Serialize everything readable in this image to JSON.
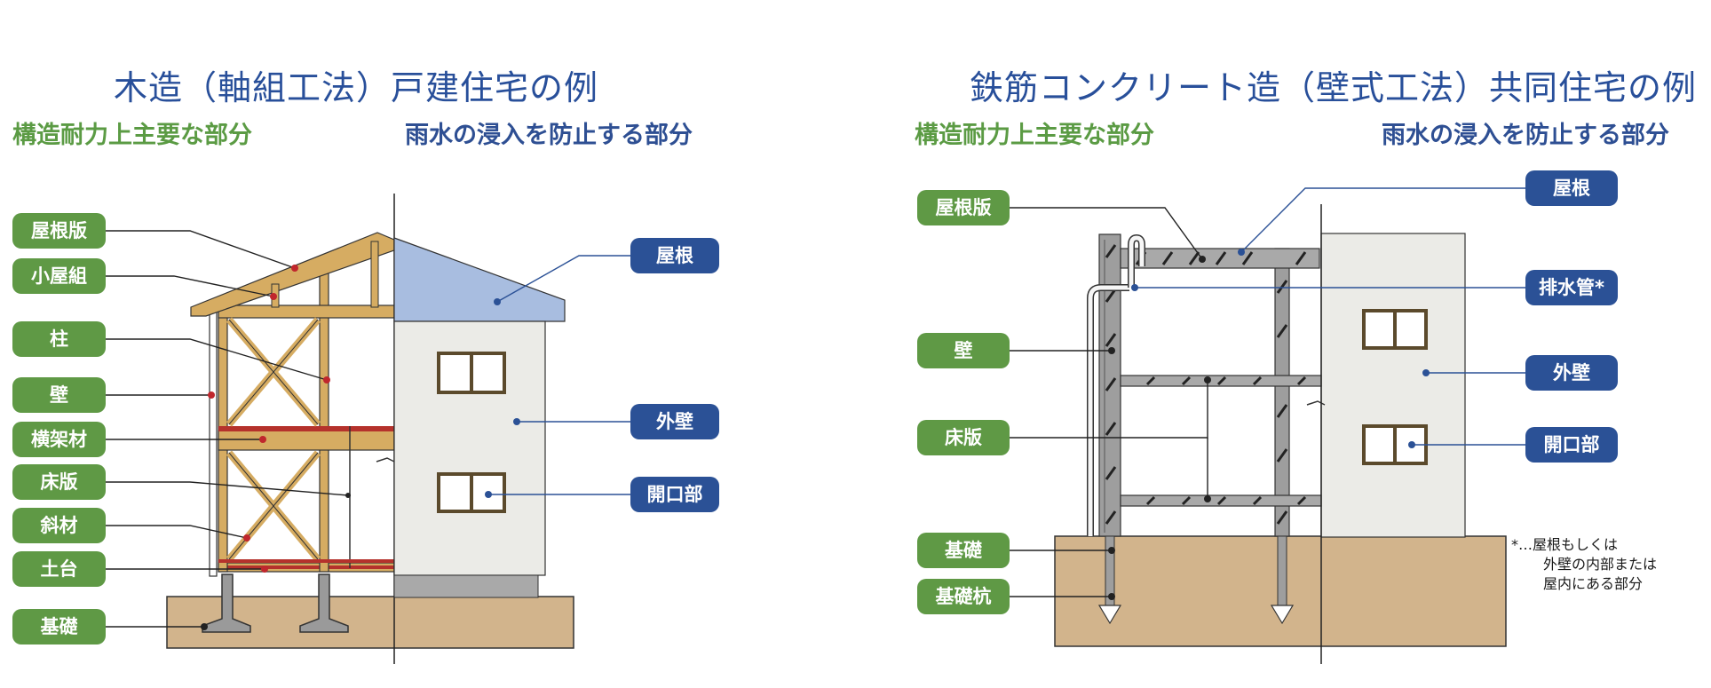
{
  "left": {
    "title": "木造（軸組工法）戸建住宅の例",
    "structural_heading": "構造耐力上主要な部分",
    "rainwater_heading": "雨水の浸入を防止する部分",
    "structural_labels": [
      "屋根版",
      "小屋組",
      "柱",
      "壁",
      "横架材",
      "床版",
      "斜材",
      "土台",
      "基礎"
    ],
    "rainwater_labels": [
      "屋根",
      "外壁",
      "開口部"
    ]
  },
  "right": {
    "title": "鉄筋コンクリート造（壁式工法）共同住宅の例",
    "structural_heading": "構造耐力上主要な部分",
    "rainwater_heading": "雨水の浸入を防止する部分",
    "structural_labels": [
      "屋根版",
      "壁",
      "床版",
      "基礎",
      "基礎杭"
    ],
    "rainwater_labels": [
      "屋根",
      "排水管*",
      "外壁",
      "開口部"
    ]
  },
  "note": {
    "lines": [
      "*…屋根もしくは",
      "外壁の内部または",
      "屋内にある部分"
    ]
  },
  "colors": {
    "title_blue": "#284f9a",
    "green_label": "#5f9945",
    "blue_label": "#2b5196",
    "wood": "#d6ac62",
    "red_beam": "#b5322c",
    "soil": "#d2b48c",
    "roof_blue": "#a8bde0",
    "wall": "#ebebe7"
  }
}
